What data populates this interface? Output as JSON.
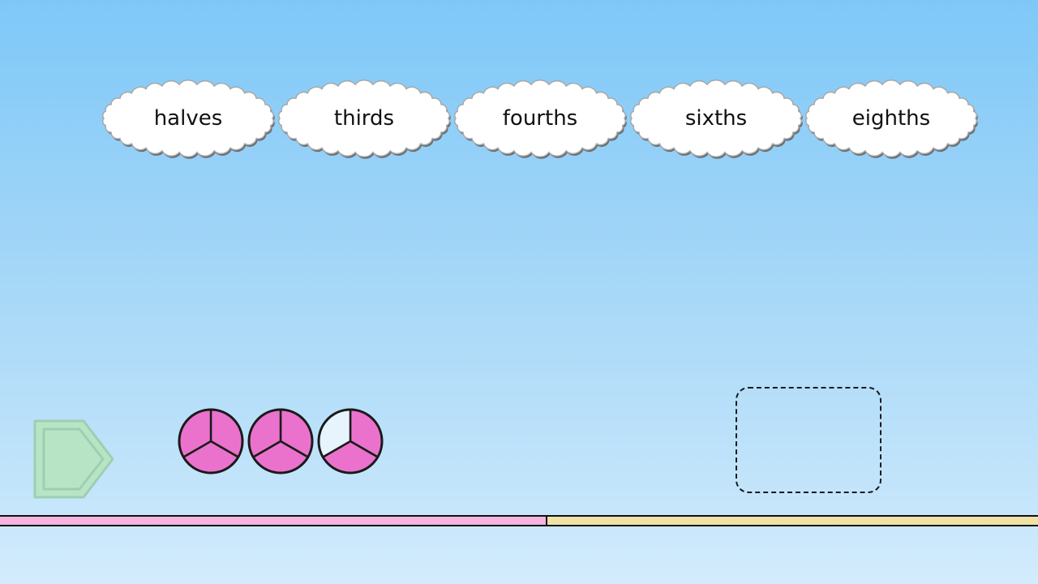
{
  "answer_choices": [
    {
      "label": "halves"
    },
    {
      "label": "thirds"
    },
    {
      "label": "fourths"
    },
    {
      "label": "sixths"
    },
    {
      "label": "eighths"
    }
  ],
  "fraction_model": {
    "parts_per_circle": 3,
    "circles": [
      {
        "shaded_parts": 3
      },
      {
        "shaded_parts": 3
      },
      {
        "shaded_parts": 2
      }
    ]
  },
  "colors": {
    "shaded": "#ea72cd",
    "unshaded": "#e7f4fd",
    "outline": "#1a1a1a",
    "play_button": "#b8e4c6",
    "progress_fill": "#f4b3e0",
    "progress_track": "#f0e2a6"
  },
  "progress": {
    "fraction_complete": 0.527
  },
  "icons": {
    "play": "play-arrow-icon"
  }
}
